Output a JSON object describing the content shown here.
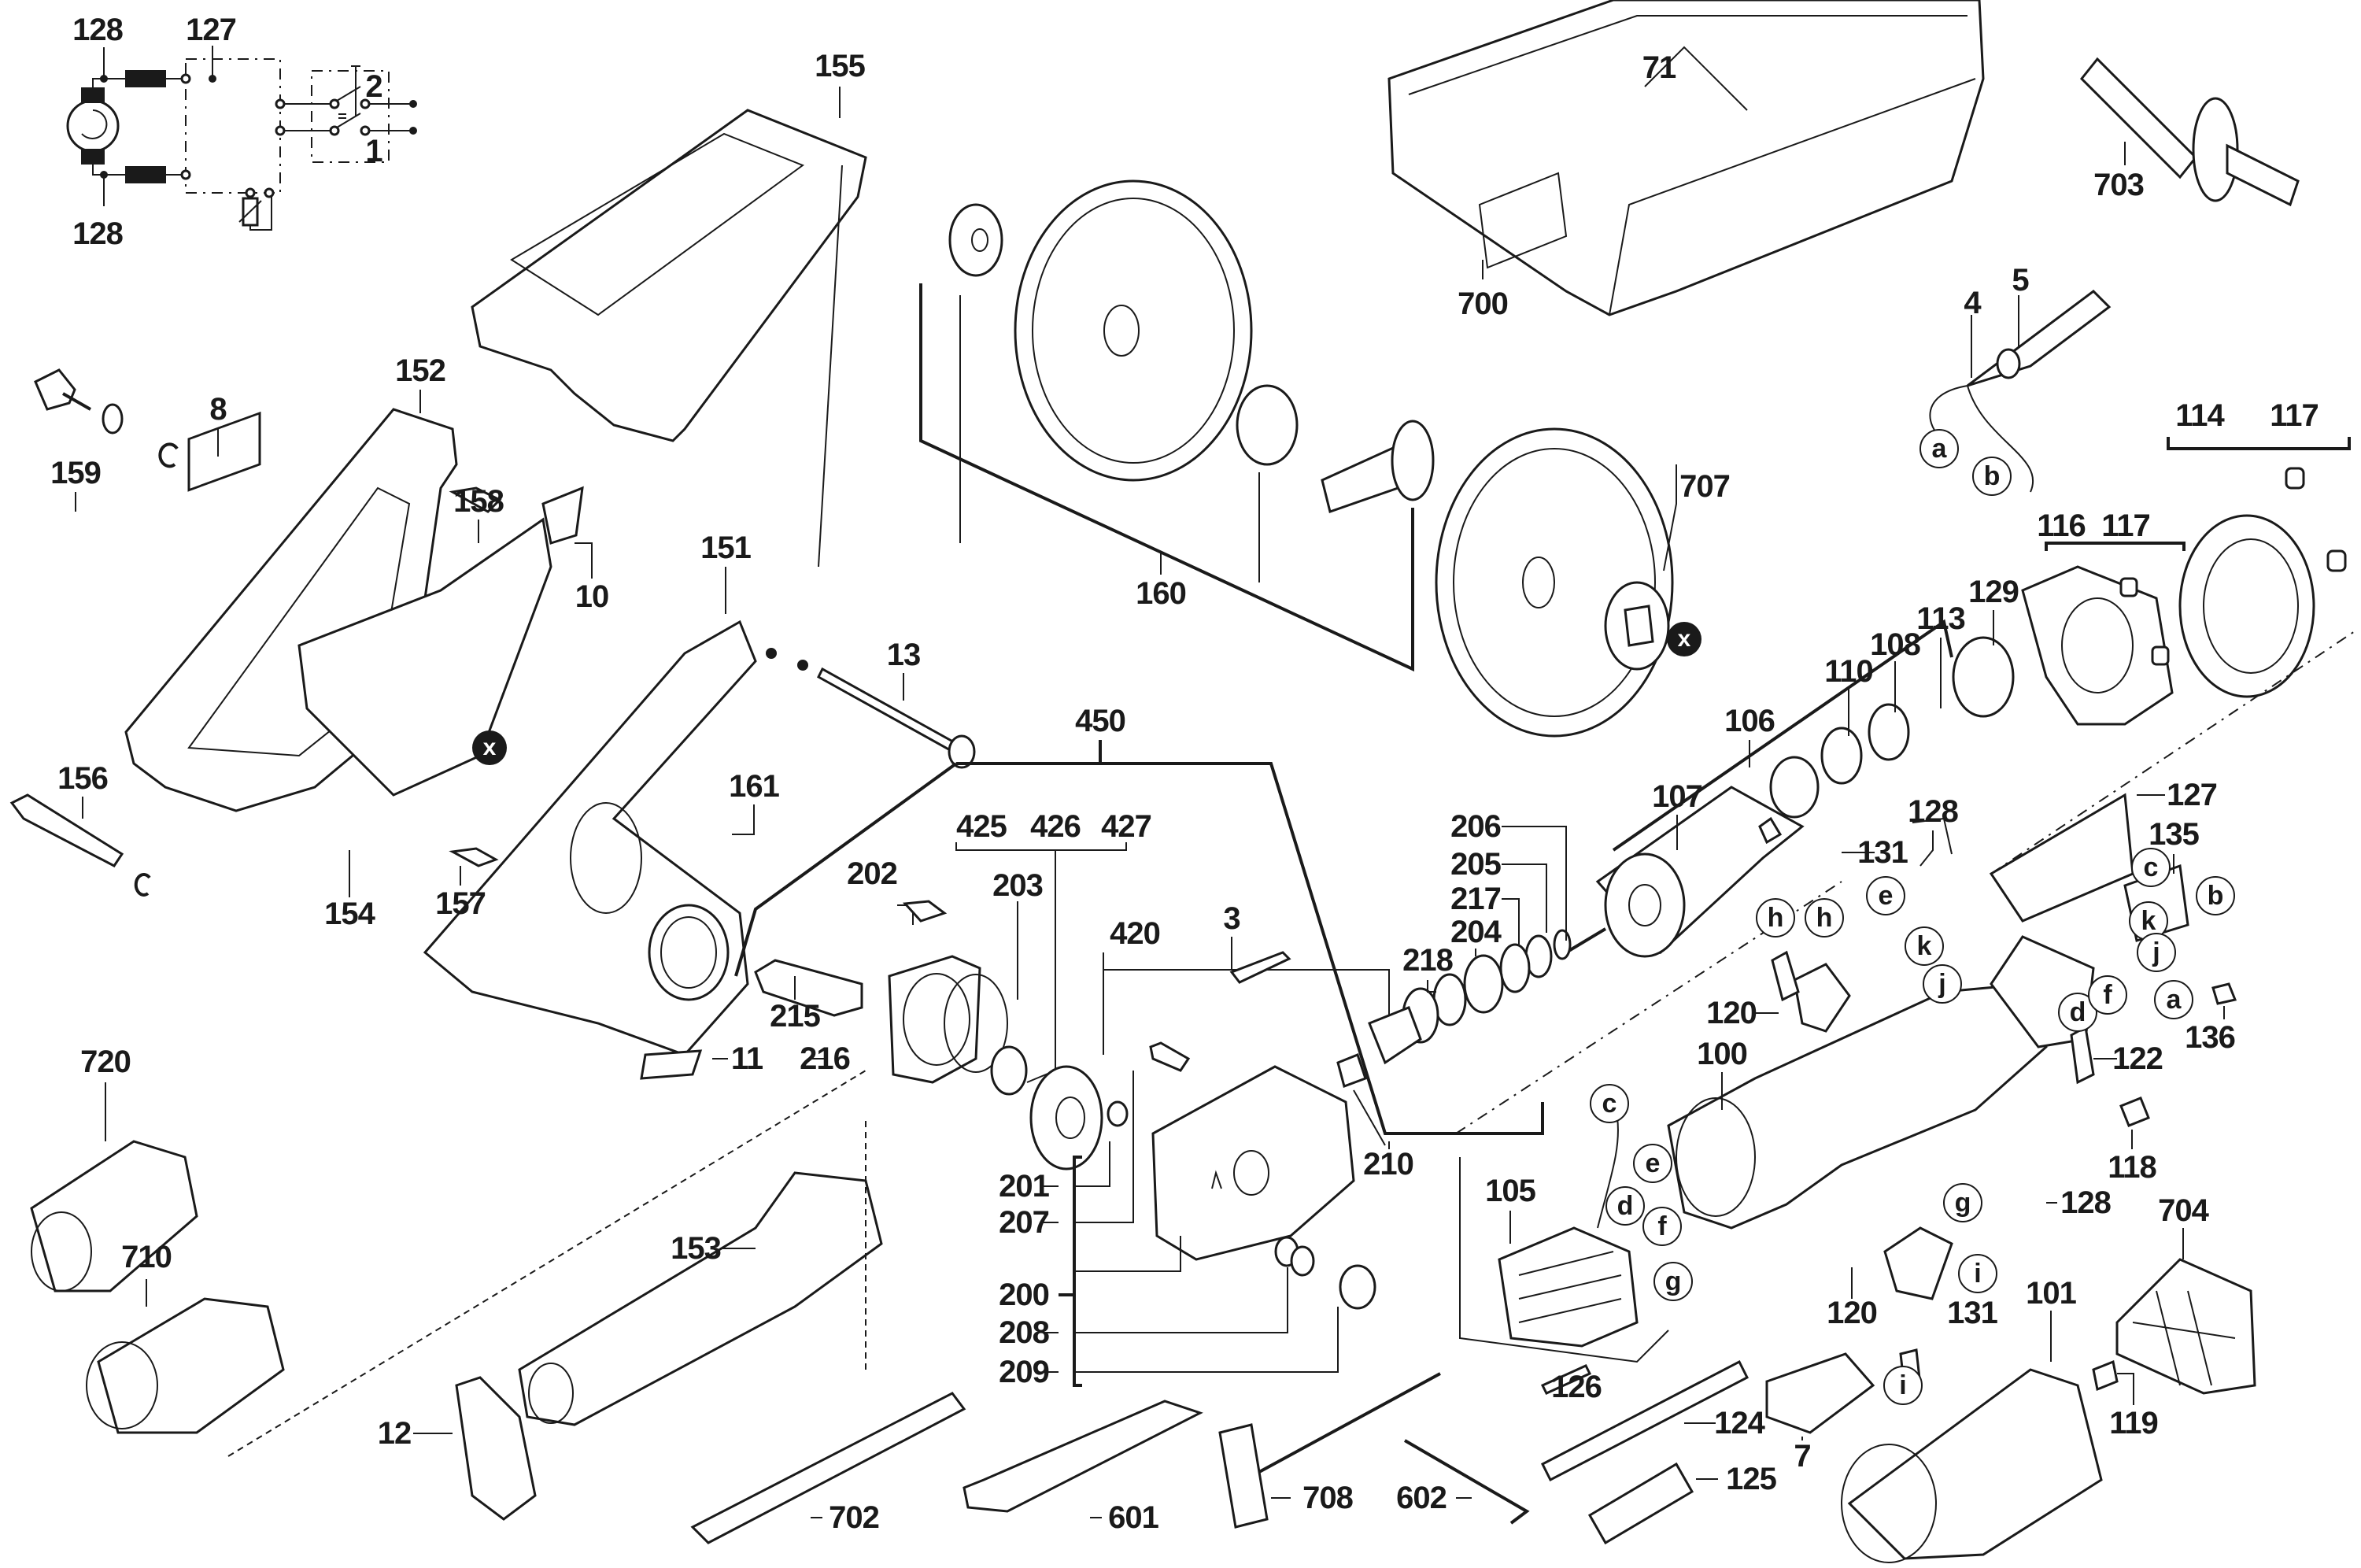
{
  "diagram": {
    "title": "Exploded parts diagram — wall chaser / slitting saw",
    "schematic": {
      "labels": [
        "128",
        "127",
        "128"
      ],
      "switch_positions": [
        "2",
        "1"
      ]
    },
    "part_labels": {
      "p128a": "128",
      "p127a": "127",
      "p128b": "128",
      "p155": "155",
      "p71": "71",
      "p703": "703",
      "p700": "700",
      "p4": "4",
      "p5": "5",
      "p152": "152",
      "p8": "8",
      "p159": "159",
      "p114": "114",
      "p117a": "117",
      "p707": "707",
      "p158": "158",
      "p10": "10",
      "p116": "116",
      "p117b": "117",
      "p151": "151",
      "p160": "160",
      "p129": "129",
      "p113": "113",
      "p108": "108",
      "p110": "110",
      "p13": "13",
      "p450": "450",
      "p106": "106",
      "p156": "156",
      "p161": "161",
      "p107": "107",
      "p127b": "127",
      "p206": "206",
      "p425": "425",
      "p426": "426",
      "p427": "427",
      "p128c": "128",
      "p135": "135",
      "p202": "202",
      "p203": "203",
      "p205": "205",
      "p131a": "131",
      "p217": "217",
      "p204": "204",
      "p154": "154",
      "p157": "157",
      "p420": "420",
      "p3": "3",
      "p218": "218",
      "p215": "215",
      "p120a": "120",
      "p136": "136",
      "p216": "216",
      "p11": "11",
      "p122": "122",
      "p720": "720",
      "p100": "100",
      "p210": "210",
      "p118": "118",
      "p201": "201",
      "p105": "105",
      "p128d": "128",
      "p704": "704",
      "p207": "207",
      "p153": "153",
      "p710": "710",
      "p200": "200",
      "p120b": "120",
      "p131b": "131",
      "p101": "101",
      "p208": "208",
      "p209": "209",
      "p126": "126",
      "p119": "119",
      "p124": "124",
      "p7": "7",
      "p12": "12",
      "p125": "125",
      "p702": "702",
      "p601": "601",
      "p708": "708",
      "p602": "602"
    },
    "connector_callouts": {
      "a1": "a",
      "b1": "b",
      "h1": "h",
      "h2": "h",
      "e1": "e",
      "k1": "k",
      "j1": "j",
      "c1": "c",
      "b2": "b",
      "k2": "k",
      "j2": "j",
      "a2": "a",
      "d1": "d",
      "f1": "f",
      "c2": "c",
      "e2": "e",
      "d2": "d",
      "f2": "f",
      "g1": "g",
      "g2": "g",
      "i1": "i",
      "i2": "i"
    },
    "special_marks": {
      "x1": "x",
      "x2": "x"
    }
  }
}
